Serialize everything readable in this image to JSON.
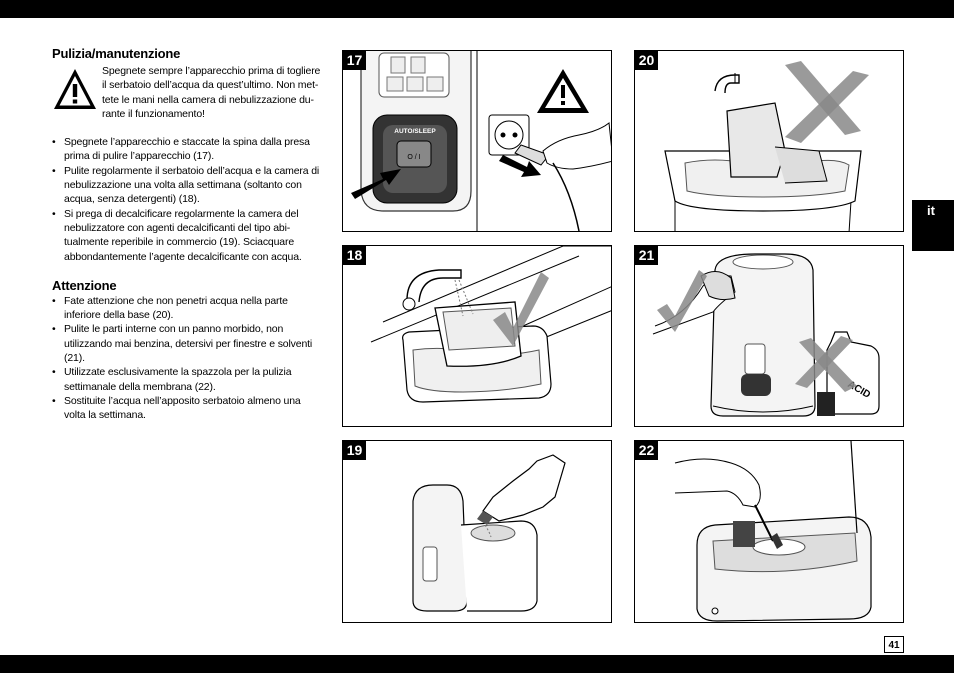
{
  "section1": {
    "title": "Pulizia/manutenzione",
    "warning": "Spegnete sempre l’apparecchio prima di togliere il serbatoio dell’acqua da quest’ultimo. Non met-tete le mani nella camera di nebulizzazione du-rante il funzionamento!",
    "items": [
      "Spegnete l’apparecchio e staccate la spina dalla presa prima di pulire l’apparecchio (17).",
      "Pulite regolarmente il serbatoio dell’acqua e la camera di nebulizzazione una volta alla settimana (soltanto con acqua, senza detergenti) (18).",
      "Si prega di decalcificare regolarmente la camera del nebulizzatore con agenti decalcificanti del tipo abi-tualmente reperibile in commercio (19). Sciacquare abbondantemente l’agente decalcificante con acqua."
    ]
  },
  "section2": {
    "title": "Attenzione",
    "items": [
      "Fate attenzione che non penetri acqua nella parte inferiore della base (20).",
      "Pulite le parti interne con un panno morbido, non utilizzando mai benzina, detersivi per finestre e solventi (21).",
      "Utilizzate esclusivamente la spazzola per la pulizia settimanale della membrana (22).",
      "Sostituite l’acqua nell’apposito serbatoio almeno una volta la settimana."
    ]
  },
  "figures": {
    "f17": {
      "num": "17",
      "panel_label": "AUTO/SLEEP",
      "power_label": "O / I"
    },
    "f18": {
      "num": "18"
    },
    "f19": {
      "num": "19"
    },
    "f20": {
      "num": "20"
    },
    "f21": {
      "num": "21",
      "bottle_label": "ACID"
    },
    "f22": {
      "num": "22"
    }
  },
  "language_tab": "it",
  "page_number": "41"
}
